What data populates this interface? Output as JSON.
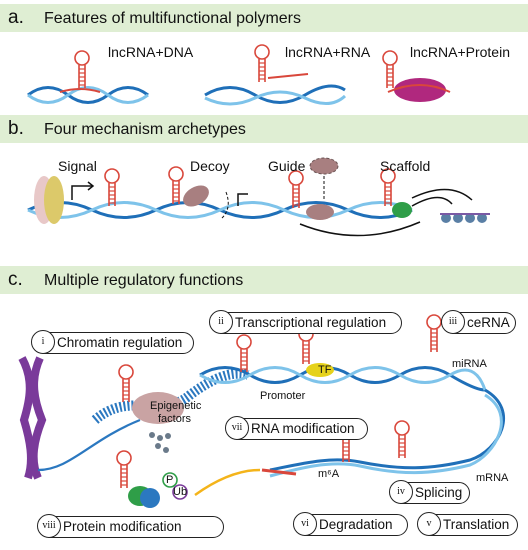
{
  "panel_a": {
    "letter": "a.",
    "title": "Features of multifunctional polymers",
    "items": [
      "lncRNA+DNA",
      "lncRNA+RNA",
      "lncRNA+Protein"
    ]
  },
  "panel_b": {
    "letter": "b.",
    "title": "Four mechanism archetypes",
    "items": [
      "Signal",
      "Decoy",
      "Guide",
      "Scaffold"
    ]
  },
  "panel_c": {
    "letter": "c.",
    "title": "Multiple regulatory functions",
    "functions": [
      {
        "num": "i",
        "label": "Chromatin regulation"
      },
      {
        "num": "ii",
        "label": "Transcriptional regulation"
      },
      {
        "num": "iii",
        "label": "ceRNA"
      },
      {
        "num": "iv",
        "label": "Splicing"
      },
      {
        "num": "v",
        "label": "Translation"
      },
      {
        "num": "vi",
        "label": "Degradation"
      },
      {
        "num": "vii",
        "label": "RNA modification"
      },
      {
        "num": "viii",
        "label": "Protein modification"
      }
    ],
    "annotations": {
      "epigenetic": "Epigenetic",
      "factors": "factors",
      "promoter": "Promoter",
      "tf": "TF",
      "mirna": "miRNA",
      "mrna": "mRNA",
      "m6a": "m⁶A",
      "p": "P",
      "ub": "Ub"
    }
  },
  "colors": {
    "band": "#dfeed3",
    "dna_blue": "#1f6fb8",
    "dna_light": "#7ec3ea",
    "rna_red": "#d9473b",
    "protein_magenta": "#b0287e",
    "decoy_taupe": "#a87f80",
    "scaffold_green": "#2f9e48",
    "chromosome_purple": "#7a3a9a",
    "tf_yellow": "#e6d21b"
  }
}
